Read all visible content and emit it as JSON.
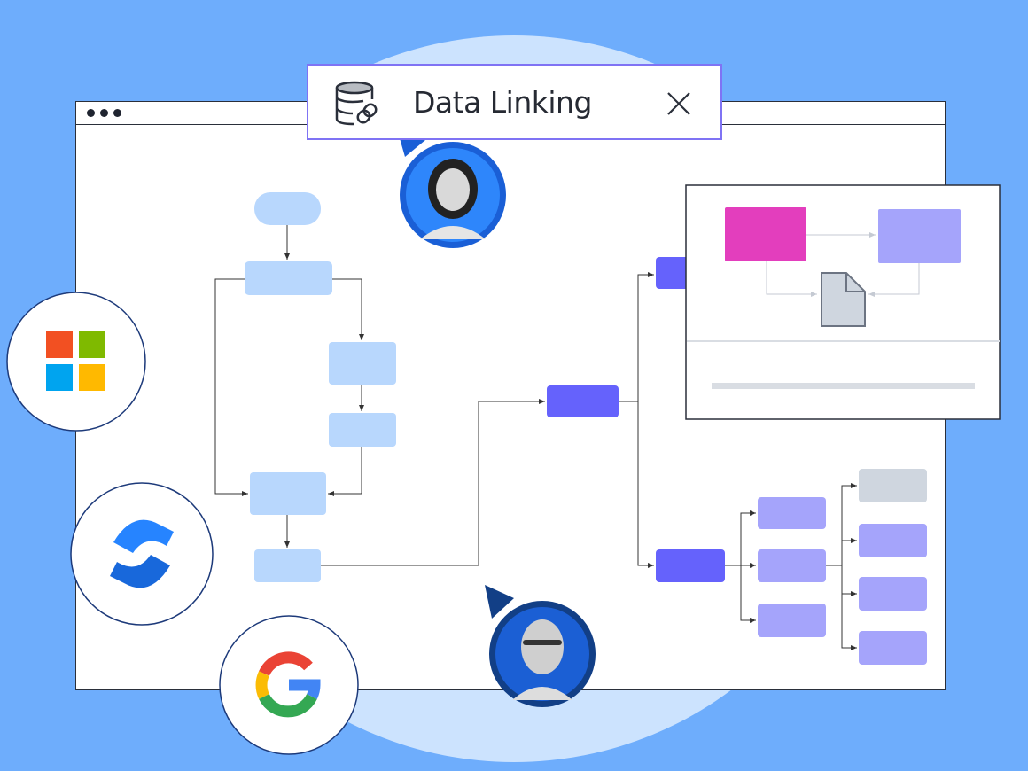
{
  "popup": {
    "title": "Data Linking",
    "icon": "database-link-icon",
    "close_icon": "close-icon"
  },
  "colors": {
    "background": "#6eadfc",
    "node_blue": "#b8d7fd",
    "node_purple": "#6562fc",
    "node_lavender": "#a5a4fb",
    "node_magenta": "#e33ebd",
    "node_gray": "#cfd6df",
    "accent": "#7f73f4"
  },
  "integrations": [
    "microsoft-logo",
    "confluence-logo",
    "google-logo"
  ]
}
